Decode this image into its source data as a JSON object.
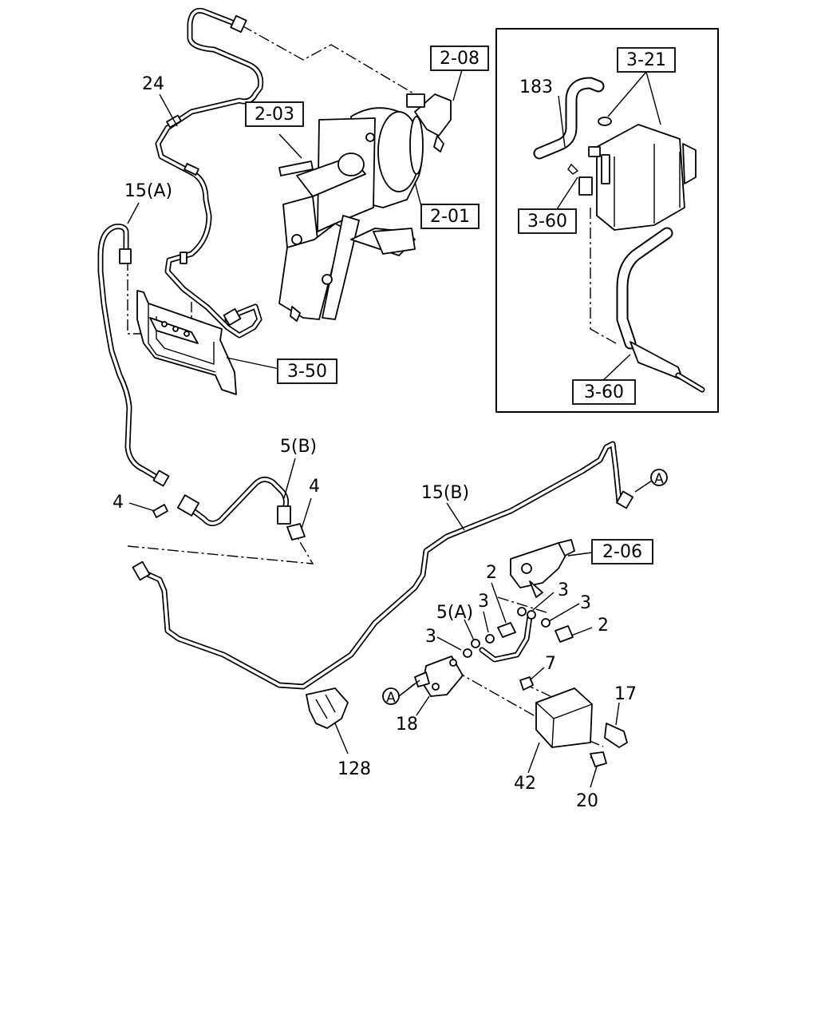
{
  "diagram": {
    "reference_labels": {
      "r208": "2-08",
      "r203": "2-03",
      "r201": "2-01",
      "r321": "3-21",
      "r360a": "3-60",
      "r360b": "3-60",
      "r350": "3-50",
      "r206": "2-06"
    },
    "part_labels": {
      "p24": "24",
      "p15a": "15(A)",
      "p183": "183",
      "p5b": "5(B)",
      "p4a": "4",
      "p4b": "4",
      "p15b": "15(B)",
      "p2a": "2",
      "p3a": "3",
      "p3b": "3",
      "p3c": "3",
      "p5a": "5(A)",
      "p2b": "2",
      "p3d": "3",
      "p7": "7",
      "p17": "17",
      "p18": "18",
      "p128": "128",
      "p42": "42",
      "p20": "20"
    },
    "connectors": {
      "a1": "A",
      "a2": "A"
    }
  }
}
